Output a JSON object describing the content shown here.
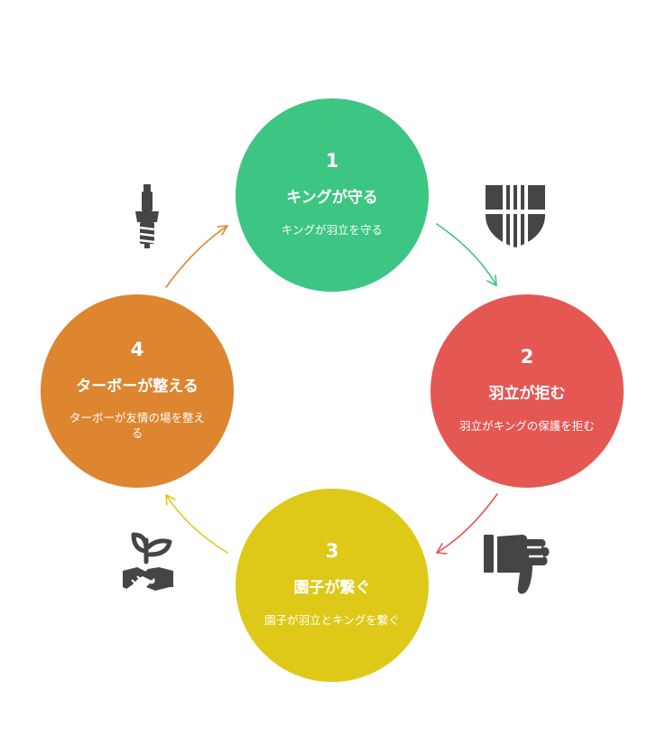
{
  "colors": {
    "step1": "#3dc583",
    "step2": "#e55753",
    "step3": "#dec918",
    "step4": "#de8530",
    "icon": "#454545"
  },
  "steps": [
    {
      "number": "1",
      "title": "キングが守る",
      "desc": "キングが羽立を守る",
      "icon": "shield-icon"
    },
    {
      "number": "2",
      "title": "羽立が拒む",
      "desc": "羽立がキングの保護を拒む",
      "icon": "thumbs-down-icon"
    },
    {
      "number": "3",
      "title": "園子が繋ぐ",
      "desc": "園子が羽立とキングを繋ぐ",
      "icon": "handshake-sprout-icon"
    },
    {
      "number": "4",
      "title": "ターボーが整える",
      "desc": "ターボーが友情の場を整える",
      "icon": "spark-plug-icon"
    }
  ]
}
